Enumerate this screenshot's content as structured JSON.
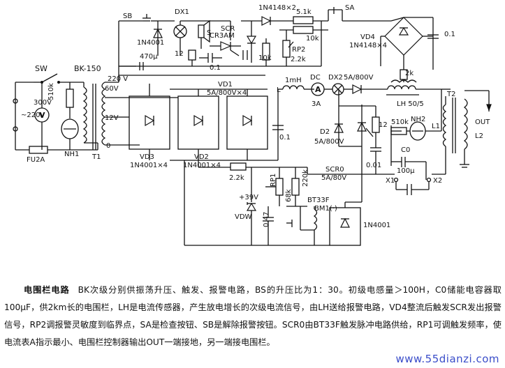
{
  "labels": {
    "sb": "SB",
    "dx1": "DX1",
    "d_1n4001_top": "1N4001",
    "scr": "SCR",
    "cr3am": "CR3AM",
    "s": "S",
    "d_1n4148x2": "1N4148×2",
    "r_5k1": "5.1k",
    "sa": "SA",
    "r_10k_a": "10k",
    "r_10k_b": "10k",
    "rp2": "RP2",
    "r_2k2_top": "2.2k",
    "vd4": "VD4",
    "vd4_type": "1N4148×4",
    "c_01_top": "0.1",
    "c_470u": "470μ",
    "r_12_top": "12",
    "c_01_mid": "0.1",
    "sw": "SW",
    "bk150": "BK-150",
    "t220": "220 V",
    "t60": "60V",
    "t12": "12V",
    "t0": "0",
    "t1": "T1",
    "v300": "300V",
    "ac220": "~220V",
    "r_510k_l": "510k",
    "nh1": "NH1",
    "fu2a": "FU2A",
    "vd1": "VD1",
    "vd1_type": "5A/800V×4",
    "vd3": "VD3",
    "vd3_type": "1N4001×4",
    "vd2": "VD2",
    "vd2_type": "1N4001×4",
    "c_01_bus": "0.1",
    "inductor_1mh": "1mH",
    "l_sym": "L",
    "dc": "DC",
    "ammeter_a": "A",
    "a3": "3A",
    "dx2": "DX2",
    "d_5a800v": "5A/800V",
    "r_2k": "2k",
    "lh": "LH 50/5",
    "t2": "T2",
    "out": "OUT",
    "l1": "L1",
    "l2": "L2",
    "d2": "D2",
    "d2_type": "5A/800V",
    "r_12_mid": "12",
    "r_510k_r": "510k",
    "nh2": "NH2",
    "c0": "C0",
    "c_100u": "100μ",
    "x1": "X1",
    "x2": "X2",
    "c_001": "0.01",
    "scr0": "SCR0",
    "scr0_type": "5A/80V",
    "r_2k2_bot": "2.2k",
    "rp1": "RP1",
    "r_220k": "220k",
    "r_68k": "68k",
    "v39": "+39V",
    "vdw": "VDW",
    "c_047": "0.47",
    "bt33f": "BT33F",
    "bm1": "BM1(·)",
    "d_1n4001_bot": "1N4001",
    "voltmeter_v": "V"
  },
  "caption": {
    "title": "电围栏电路",
    "body": "BK次级分别供振荡升压、触发、报警电路，BS的升压比为1：30。初级电感量＞100H，C0储能电容器取100μF，供2km长的电围栏，LH是电流传感器，产生放电增长的次级电流信号，由LH送给报警电路，VD4整流后触发SCR发出报警信号，RP2调报警灵敏度到临界点，SA是检查按钮、SB是解除报警按钮。SCR0由BT33F触发脉冲电路供给，RP1可调触发频率，使电流表A指示最小、电围栏控制器输出OUT一端接地，另一端接电围栏。"
  },
  "watermark": "www.55dianzi.com"
}
